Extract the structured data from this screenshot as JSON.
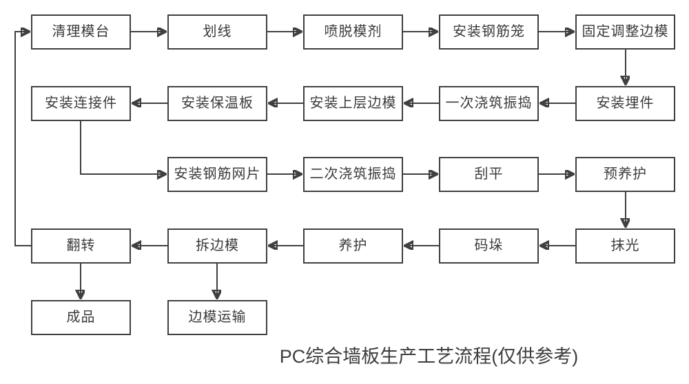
{
  "title": "PC综合墙板生产工艺流程(仅供参考)",
  "colors": {
    "line": "#3f3f3f",
    "box_border": "#3f3f3f",
    "text": "#3b3b3b",
    "background": "#ffffff"
  },
  "nodes": [
    {
      "id": "clean-mold-table",
      "label": "清理模台"
    },
    {
      "id": "scribing",
      "label": "划线"
    },
    {
      "id": "spray-release-agent",
      "label": "喷脱模剂"
    },
    {
      "id": "install-rebar-cage",
      "label": "安装钢筋笼"
    },
    {
      "id": "fix-adjust-side-mold",
      "label": "固定调整边模"
    },
    {
      "id": "install-embedded-parts",
      "label": "安装埋件"
    },
    {
      "id": "first-pour-vibrate",
      "label": "一次浇筑振捣"
    },
    {
      "id": "install-upper-side-mold",
      "label": "安装上层边模"
    },
    {
      "id": "install-insulation-board",
      "label": "安装保温板"
    },
    {
      "id": "install-connectors",
      "label": "安装连接件"
    },
    {
      "id": "install-rebar-mesh",
      "label": "安装钢筋网片"
    },
    {
      "id": "second-pour-vibrate",
      "label": "二次浇筑振捣"
    },
    {
      "id": "screed-level",
      "label": "刮平"
    },
    {
      "id": "pre-curing",
      "label": "预养护"
    },
    {
      "id": "trowel-polish",
      "label": "抹光"
    },
    {
      "id": "stacking",
      "label": "码垛"
    },
    {
      "id": "curing",
      "label": "养护"
    },
    {
      "id": "remove-side-mold",
      "label": "拆边模"
    },
    {
      "id": "flip",
      "label": "翻转"
    },
    {
      "id": "finished-product",
      "label": "成品"
    },
    {
      "id": "side-mold-transport",
      "label": "边模运输"
    }
  ],
  "edges": [
    {
      "from": "clean-mold-table",
      "to": "scribing"
    },
    {
      "from": "scribing",
      "to": "spray-release-agent"
    },
    {
      "from": "spray-release-agent",
      "to": "install-rebar-cage"
    },
    {
      "from": "install-rebar-cage",
      "to": "fix-adjust-side-mold"
    },
    {
      "from": "fix-adjust-side-mold",
      "to": "install-embedded-parts"
    },
    {
      "from": "install-embedded-parts",
      "to": "first-pour-vibrate"
    },
    {
      "from": "first-pour-vibrate",
      "to": "install-upper-side-mold"
    },
    {
      "from": "install-upper-side-mold",
      "to": "install-insulation-board"
    },
    {
      "from": "install-insulation-board",
      "to": "install-connectors"
    },
    {
      "from": "install-connectors",
      "to": "install-rebar-mesh"
    },
    {
      "from": "install-rebar-mesh",
      "to": "second-pour-vibrate"
    },
    {
      "from": "second-pour-vibrate",
      "to": "screed-level"
    },
    {
      "from": "screed-level",
      "to": "pre-curing"
    },
    {
      "from": "pre-curing",
      "to": "trowel-polish"
    },
    {
      "from": "trowel-polish",
      "to": "stacking"
    },
    {
      "from": "stacking",
      "to": "curing"
    },
    {
      "from": "curing",
      "to": "remove-side-mold"
    },
    {
      "from": "remove-side-mold",
      "to": "flip"
    },
    {
      "from": "flip",
      "to": "finished-product"
    },
    {
      "from": "remove-side-mold",
      "to": "side-mold-transport"
    },
    {
      "from": "flip",
      "to": "clean-mold-table"
    }
  ]
}
